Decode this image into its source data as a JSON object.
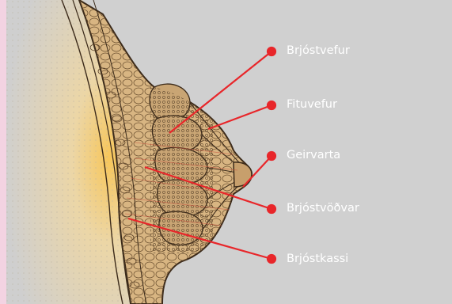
{
  "colors": {
    "frame": "#f3d3e2",
    "panel": "#d0d0d0",
    "tissue": "#d8b582",
    "outline": "#3b2a1a",
    "glow": "#f4c25c",
    "pointer": "#e8262a",
    "label_text": "#ffffff"
  },
  "labels": [
    {
      "id": "brjostvefur",
      "text": "Brjóstvefur"
    },
    {
      "id": "fituvefur",
      "text": "Fituvefur"
    },
    {
      "id": "geirvarta",
      "text": "Geirvarta"
    },
    {
      "id": "brjostvodvar",
      "text": "Brjóstvöðvar"
    },
    {
      "id": "brjostkassi",
      "text": "Brjóstkassi"
    }
  ]
}
